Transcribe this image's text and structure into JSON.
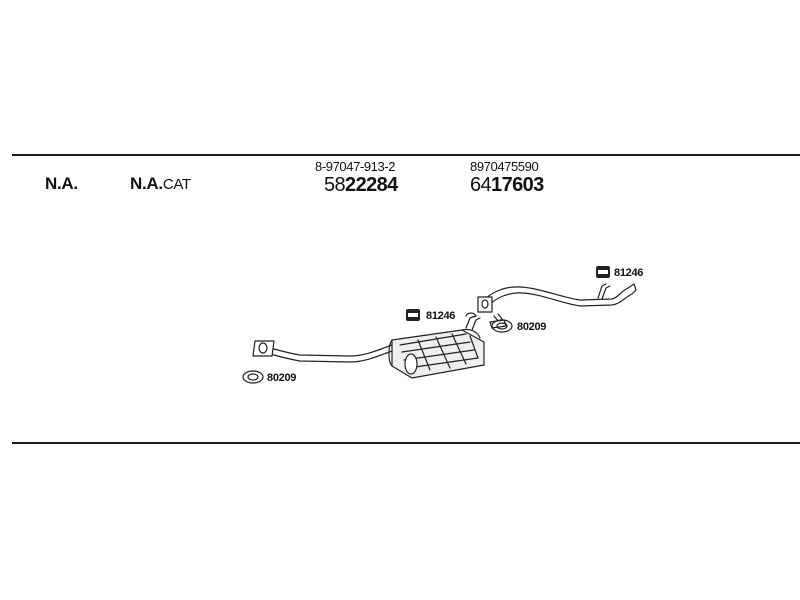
{
  "header": {
    "label_na": "N.A.",
    "label_nacat_main": "N.A.",
    "label_nacat_suffix": "CAT"
  },
  "parts": {
    "col1": {
      "oem": "8-97047-913-2",
      "code_prefix": "58",
      "code_main": "22284"
    },
    "col2": {
      "oem": "8970475590",
      "code_prefix": "64",
      "code_main": "17603"
    }
  },
  "callouts": {
    "clamp_rear": "81246",
    "clamp_mid": "81246",
    "gasket_mid": "80209",
    "gasket_front": "80209"
  },
  "icons": {
    "clamp": "clamp-icon",
    "gasket": "gasket-icon"
  }
}
